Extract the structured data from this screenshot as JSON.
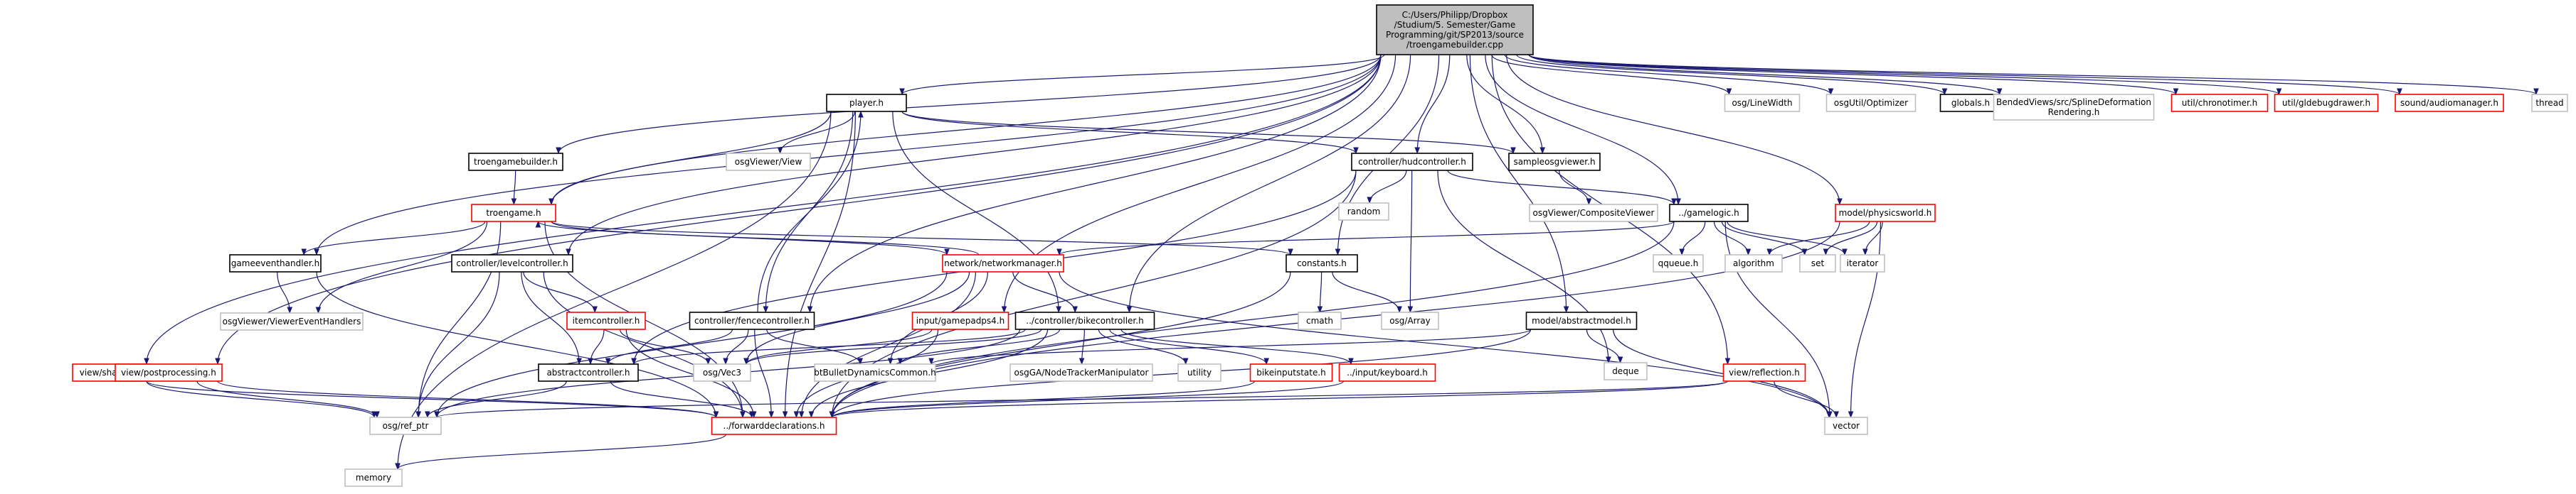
{
  "colors": {
    "root_fill": "#bfbfbf",
    "root_stroke": "#000000",
    "documented_stroke": "#000000",
    "has_includes_stroke": "#ff0000",
    "external_stroke": "#bfbfbf",
    "external_text": "#333333",
    "edge": "#191970"
  },
  "nodes": [
    {
      "id": "root",
      "kind": "root",
      "lines": [
        "C:/Users/Philipp/Dropbox",
        "/Studium/5. Semester/Game",
        "Programming/git/SP2013/source",
        "/troengamebuilder.cpp"
      ]
    },
    {
      "id": "player_h",
      "kind": "documented",
      "lines": [
        "player.h"
      ]
    },
    {
      "id": "troengamebuilder_h",
      "kind": "documented",
      "lines": [
        "troengamebuilder.h"
      ]
    },
    {
      "id": "troengame_h",
      "kind": "red",
      "lines": [
        "troengame.h"
      ]
    },
    {
      "id": "osgViewer_View",
      "kind": "external",
      "lines": [
        "osgViewer/View"
      ]
    },
    {
      "id": "controller_hudcontroller_h",
      "kind": "documented",
      "lines": [
        "controller/hudcontroller.h"
      ]
    },
    {
      "id": "sampleosgviewer_h",
      "kind": "documented",
      "lines": [
        "sampleosgviewer.h"
      ]
    },
    {
      "id": "random",
      "kind": "external",
      "lines": [
        "random"
      ]
    },
    {
      "id": "osgViewer_CompositeViewer",
      "kind": "external",
      "lines": [
        "osgViewer/CompositeViewer"
      ]
    },
    {
      "id": "gamelogic_h",
      "kind": "documented",
      "lines": [
        "../gamelogic.h"
      ]
    },
    {
      "id": "model_physicsworld_h",
      "kind": "red",
      "lines": [
        "model/physicsworld.h"
      ]
    },
    {
      "id": "osg_LineWidth",
      "kind": "external",
      "lines": [
        "osg/LineWidth"
      ]
    },
    {
      "id": "osgUtil_Optimizer",
      "kind": "external",
      "lines": [
        "osgUtil/Optimizer"
      ]
    },
    {
      "id": "globals_h",
      "kind": "documented",
      "lines": [
        "globals.h"
      ]
    },
    {
      "id": "BendedViews",
      "kind": "external",
      "lines": [
        "BendedViews/src/SplineDeformation",
        "Rendering.h"
      ]
    },
    {
      "id": "util_chronotimer_h",
      "kind": "red",
      "lines": [
        "util/chronotimer.h"
      ]
    },
    {
      "id": "util_gldebugdrawer_h",
      "kind": "red",
      "lines": [
        "util/gldebugdrawer.h"
      ]
    },
    {
      "id": "sound_audiomanager_h",
      "kind": "red",
      "lines": [
        "sound/audiomanager.h"
      ]
    },
    {
      "id": "thread",
      "kind": "external",
      "lines": [
        "thread"
      ]
    },
    {
      "id": "gameeventhandler_h",
      "kind": "documented",
      "lines": [
        "gameeventhandler.h"
      ]
    },
    {
      "id": "controller_levelcontroller_h",
      "kind": "documented",
      "lines": [
        "controller/levelcontroller.h"
      ]
    },
    {
      "id": "network_networkmanager_h",
      "kind": "red",
      "lines": [
        "network/networkmanager.h"
      ]
    },
    {
      "id": "constants_h",
      "kind": "documented",
      "lines": [
        "constants.h"
      ]
    },
    {
      "id": "qqueue_h",
      "kind": "external",
      "lines": [
        "qqueue.h"
      ]
    },
    {
      "id": "algorithm",
      "kind": "external",
      "lines": [
        "algorithm"
      ]
    },
    {
      "id": "set",
      "kind": "external",
      "lines": [
        "set"
      ]
    },
    {
      "id": "iterator",
      "kind": "external",
      "lines": [
        "iterator"
      ]
    },
    {
      "id": "osgViewer_ViewerEventHandlers",
      "kind": "external",
      "lines": [
        "osgViewer/ViewerEventHandlers"
      ]
    },
    {
      "id": "itemcontroller_h",
      "kind": "red",
      "lines": [
        "itemcontroller.h"
      ]
    },
    {
      "id": "controller_fencecontroller_h",
      "kind": "documented",
      "lines": [
        "controller/fencecontroller.h"
      ]
    },
    {
      "id": "input_gamepadps4_h",
      "kind": "red",
      "lines": [
        "input/gamepadps4.h"
      ]
    },
    {
      "id": "controller_bikecontroller_h",
      "kind": "documented",
      "lines": [
        "../controller/bikecontroller.h"
      ]
    },
    {
      "id": "cmath",
      "kind": "external",
      "lines": [
        "cmath"
      ]
    },
    {
      "id": "osg_Array",
      "kind": "external",
      "lines": [
        "osg/Array"
      ]
    },
    {
      "id": "model_abstractmodel_h",
      "kind": "documented",
      "lines": [
        "model/abstractmodel.h"
      ]
    },
    {
      "id": "deque",
      "kind": "external",
      "lines": [
        "deque"
      ]
    },
    {
      "id": "view_shaders_h",
      "kind": "red",
      "lines": [
        "view/shaders.h"
      ]
    },
    {
      "id": "view_postprocessing_h",
      "kind": "red",
      "lines": [
        "view/postprocessing.h"
      ]
    },
    {
      "id": "abstractcontroller_h",
      "kind": "documented",
      "lines": [
        "abstractcontroller.h"
      ]
    },
    {
      "id": "osg_Vec3",
      "kind": "external",
      "lines": [
        "osg/Vec3"
      ]
    },
    {
      "id": "btBulletDynamicsCommon_h",
      "kind": "external",
      "lines": [
        "btBulletDynamicsCommon.h"
      ]
    },
    {
      "id": "osgGA_NodeTrackerManipulator",
      "kind": "external",
      "lines": [
        "osgGA/NodeTrackerManipulator"
      ]
    },
    {
      "id": "utility",
      "kind": "external",
      "lines": [
        "utility"
      ]
    },
    {
      "id": "bikeinputstate_h",
      "kind": "red",
      "lines": [
        "bikeinputstate.h"
      ]
    },
    {
      "id": "input_keyboard_h",
      "kind": "red",
      "lines": [
        "../input/keyboard.h"
      ]
    },
    {
      "id": "view_reflection_h",
      "kind": "red",
      "lines": [
        "view/reflection.h"
      ]
    },
    {
      "id": "osg_ref_ptr",
      "kind": "external",
      "lines": [
        "osg/ref_ptr"
      ]
    },
    {
      "id": "forwarddeclarations_h",
      "kind": "red",
      "lines": [
        "../forwarddeclarations.h"
      ]
    },
    {
      "id": "vector",
      "kind": "external",
      "lines": [
        "vector"
      ]
    },
    {
      "id": "memory",
      "kind": "external",
      "lines": [
        "memory"
      ]
    }
  ],
  "edges": [
    [
      "root",
      "player_h"
    ],
    [
      "root",
      "troengamebuilder_h"
    ],
    [
      "root",
      "gameeventhandler_h"
    ],
    [
      "root",
      "controller_levelcontroller_h"
    ],
    [
      "root",
      "controller_fencecontroller_h"
    ],
    [
      "root",
      "input_gamepadps4_h"
    ],
    [
      "root",
      "controller_bikecontroller_h"
    ],
    [
      "root",
      "controller_hudcontroller_h"
    ],
    [
      "root",
      "sampleosgviewer_h"
    ],
    [
      "root",
      "constants_h"
    ],
    [
      "root",
      "gamelogic_h"
    ],
    [
      "root",
      "model_abstractmodel_h"
    ],
    [
      "root",
      "model_physicsworld_h"
    ],
    [
      "root",
      "view_reflection_h"
    ],
    [
      "root",
      "view_shaders_h"
    ],
    [
      "root",
      "view_postprocessing_h"
    ],
    [
      "root",
      "osg_LineWidth"
    ],
    [
      "root",
      "osgUtil_Optimizer"
    ],
    [
      "root",
      "globals_h"
    ],
    [
      "root",
      "BendedViews"
    ],
    [
      "root",
      "util_chronotimer_h"
    ],
    [
      "root",
      "util_gldebugdrawer_h"
    ],
    [
      "root",
      "sound_audiomanager_h"
    ],
    [
      "root",
      "thread"
    ],
    [
      "root",
      "troengame_h"
    ],
    [
      "player_h",
      "troengame_h"
    ],
    [
      "player_h",
      "osgViewer_View"
    ],
    [
      "player_h",
      "controller_hudcontroller_h"
    ],
    [
      "player_h",
      "sampleosgviewer_h"
    ],
    [
      "player_h",
      "controller_fencecontroller_h"
    ],
    [
      "player_h",
      "controller_bikecontroller_h"
    ],
    [
      "player_h",
      "forwarddeclarations_h"
    ],
    [
      "player_h",
      "memory"
    ],
    [
      "troengamebuilder_h",
      "troengame_h"
    ],
    [
      "troengame_h",
      "gameeventhandler_h"
    ],
    [
      "troengame_h",
      "network_networkmanager_h"
    ],
    [
      "troengame_h",
      "constants_h"
    ],
    [
      "troengame_h",
      "osgViewer_ViewerEventHandlers"
    ],
    [
      "troengame_h",
      "forwarddeclarations_h"
    ],
    [
      "troengame_h",
      "osg_ref_ptr"
    ],
    [
      "controller_hudcontroller_h",
      "random"
    ],
    [
      "controller_hudcontroller_h",
      "gamelogic_h"
    ],
    [
      "controller_hudcontroller_h",
      "abstractcontroller_h"
    ],
    [
      "controller_hudcontroller_h",
      "osg_Array"
    ],
    [
      "controller_hudcontroller_h",
      "deque"
    ],
    [
      "controller_hudcontroller_h",
      "forwarddeclarations_h"
    ],
    [
      "sampleosgviewer_h",
      "osgViewer_CompositeViewer"
    ],
    [
      "gamelogic_h",
      "network_networkmanager_h"
    ],
    [
      "gamelogic_h",
      "qqueue_h"
    ],
    [
      "gamelogic_h",
      "algorithm"
    ],
    [
      "gamelogic_h",
      "set"
    ],
    [
      "gamelogic_h",
      "iterator"
    ],
    [
      "gamelogic_h",
      "vector"
    ],
    [
      "gamelogic_h",
      "forwarddeclarations_h"
    ],
    [
      "model_physicsworld_h",
      "algorithm"
    ],
    [
      "model_physicsworld_h",
      "set"
    ],
    [
      "model_physicsworld_h",
      "iterator"
    ],
    [
      "model_physicsworld_h",
      "vector"
    ],
    [
      "model_physicsworld_h",
      "forwarddeclarations_h"
    ],
    [
      "gameeventhandler_h",
      "osgViewer_ViewerEventHandlers"
    ],
    [
      "gameeventhandler_h",
      "forwarddeclarations_h"
    ],
    [
      "controller_levelcontroller_h",
      "itemcontroller_h"
    ],
    [
      "controller_levelcontroller_h",
      "abstractcontroller_h"
    ],
    [
      "controller_levelcontroller_h",
      "osg_ref_ptr"
    ],
    [
      "controller_levelcontroller_h",
      "forwarddeclarations_h"
    ],
    [
      "network_networkmanager_h",
      "troengame_h"
    ],
    [
      "network_networkmanager_h",
      "controller_bikecontroller_h"
    ],
    [
      "network_networkmanager_h",
      "osg_Vec3"
    ],
    [
      "network_networkmanager_h",
      "btBulletDynamicsCommon_h"
    ],
    [
      "network_networkmanager_h",
      "osg_ref_ptr"
    ],
    [
      "network_networkmanager_h",
      "forwarddeclarations_h"
    ],
    [
      "network_networkmanager_h",
      "vector"
    ],
    [
      "constants_h",
      "cmath"
    ],
    [
      "constants_h",
      "osg_Array"
    ],
    [
      "constants_h",
      "forwarddeclarations_h"
    ],
    [
      "itemcontroller_h",
      "abstractcontroller_h"
    ],
    [
      "itemcontroller_h",
      "osg_Vec3"
    ],
    [
      "itemcontroller_h",
      "forwarddeclarations_h"
    ],
    [
      "controller_fencecontroller_h",
      "abstractcontroller_h"
    ],
    [
      "controller_fencecontroller_h",
      "osg_Vec3"
    ],
    [
      "controller_fencecontroller_h",
      "btBulletDynamicsCommon_h"
    ],
    [
      "controller_fencecontroller_h",
      "forwarddeclarations_h"
    ],
    [
      "controller_fencecontroller_h",
      "player_h"
    ],
    [
      "input_gamepadps4_h",
      "osg_Vec3"
    ],
    [
      "input_gamepadps4_h",
      "forwarddeclarations_h"
    ],
    [
      "controller_bikecontroller_h",
      "abstractcontroller_h"
    ],
    [
      "controller_bikecontroller_h",
      "osg_Vec3"
    ],
    [
      "controller_bikecontroller_h",
      "btBulletDynamicsCommon_h"
    ],
    [
      "controller_bikecontroller_h",
      "osgGA_NodeTrackerManipulator"
    ],
    [
      "controller_bikecontroller_h",
      "utility"
    ],
    [
      "controller_bikecontroller_h",
      "bikeinputstate_h"
    ],
    [
      "controller_bikecontroller_h",
      "input_keyboard_h"
    ],
    [
      "controller_bikecontroller_h",
      "forwarddeclarations_h"
    ],
    [
      "controller_bikecontroller_h",
      "osg_ref_ptr"
    ],
    [
      "model_abstractmodel_h",
      "deque"
    ],
    [
      "model_abstractmodel_h",
      "vector"
    ],
    [
      "model_abstractmodel_h",
      "btBulletDynamicsCommon_h"
    ],
    [
      "model_abstractmodel_h",
      "forwarddeclarations_h"
    ],
    [
      "view_shaders_h",
      "osg_ref_ptr"
    ],
    [
      "view_shaders_h",
      "forwarddeclarations_h"
    ],
    [
      "view_postprocessing_h",
      "osg_ref_ptr"
    ],
    [
      "view_postprocessing_h",
      "forwarddeclarations_h"
    ],
    [
      "abstractcontroller_h",
      "osg_ref_ptr"
    ],
    [
      "abstractcontroller_h",
      "forwarddeclarations_h"
    ],
    [
      "bikeinputstate_h",
      "forwarddeclarations_h"
    ],
    [
      "input_keyboard_h",
      "forwarddeclarations_h"
    ],
    [
      "view_reflection_h",
      "vector"
    ],
    [
      "view_reflection_h",
      "osg_ref_ptr"
    ],
    [
      "view_reflection_h",
      "forwarddeclarations_h"
    ],
    [
      "forwarddeclarations_h",
      "memory"
    ]
  ]
}
